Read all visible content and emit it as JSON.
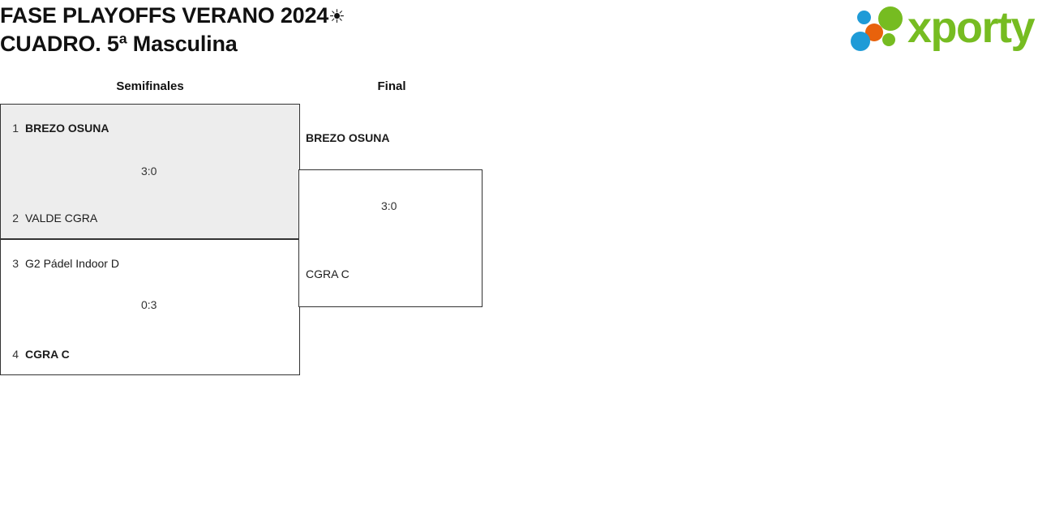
{
  "header": {
    "title_line1": "FASE PLAYOFFS VERANO 2024",
    "title_sun": "☀",
    "title_line2": "CUADRO. 5ª Masculina"
  },
  "logo": {
    "wordmark": "xporty",
    "dot_blue": "#1f9bd7",
    "dot_orange": "#e8620c",
    "dot_green": "#76bc21",
    "word_color": "#76bc21"
  },
  "bracket": {
    "highlight_color": "#ededed",
    "border_color": "#333333",
    "rounds": [
      {
        "label": "Semifinales"
      },
      {
        "label": "Final"
      }
    ],
    "matches": [
      {
        "round": "Semifinales",
        "highlighted": true,
        "top": {
          "seed": "1",
          "name": "BREZO OSUNA",
          "winner": true
        },
        "bottom": {
          "seed": "2",
          "name": "VALDE CGRA",
          "winner": false
        },
        "score": "3:0"
      },
      {
        "round": "Semifinales",
        "highlighted": false,
        "top": {
          "seed": "3",
          "name": "G2 Pádel Indoor D",
          "winner": false
        },
        "bottom": {
          "seed": "4",
          "name": "CGRA C",
          "winner": true
        },
        "score": "0:3"
      },
      {
        "round": "Final",
        "highlighted": false,
        "top": {
          "seed": "",
          "name": "BREZO OSUNA",
          "winner": true
        },
        "bottom": {
          "seed": "",
          "name": "CGRA C",
          "winner": false
        },
        "score": "3:0"
      }
    ]
  }
}
